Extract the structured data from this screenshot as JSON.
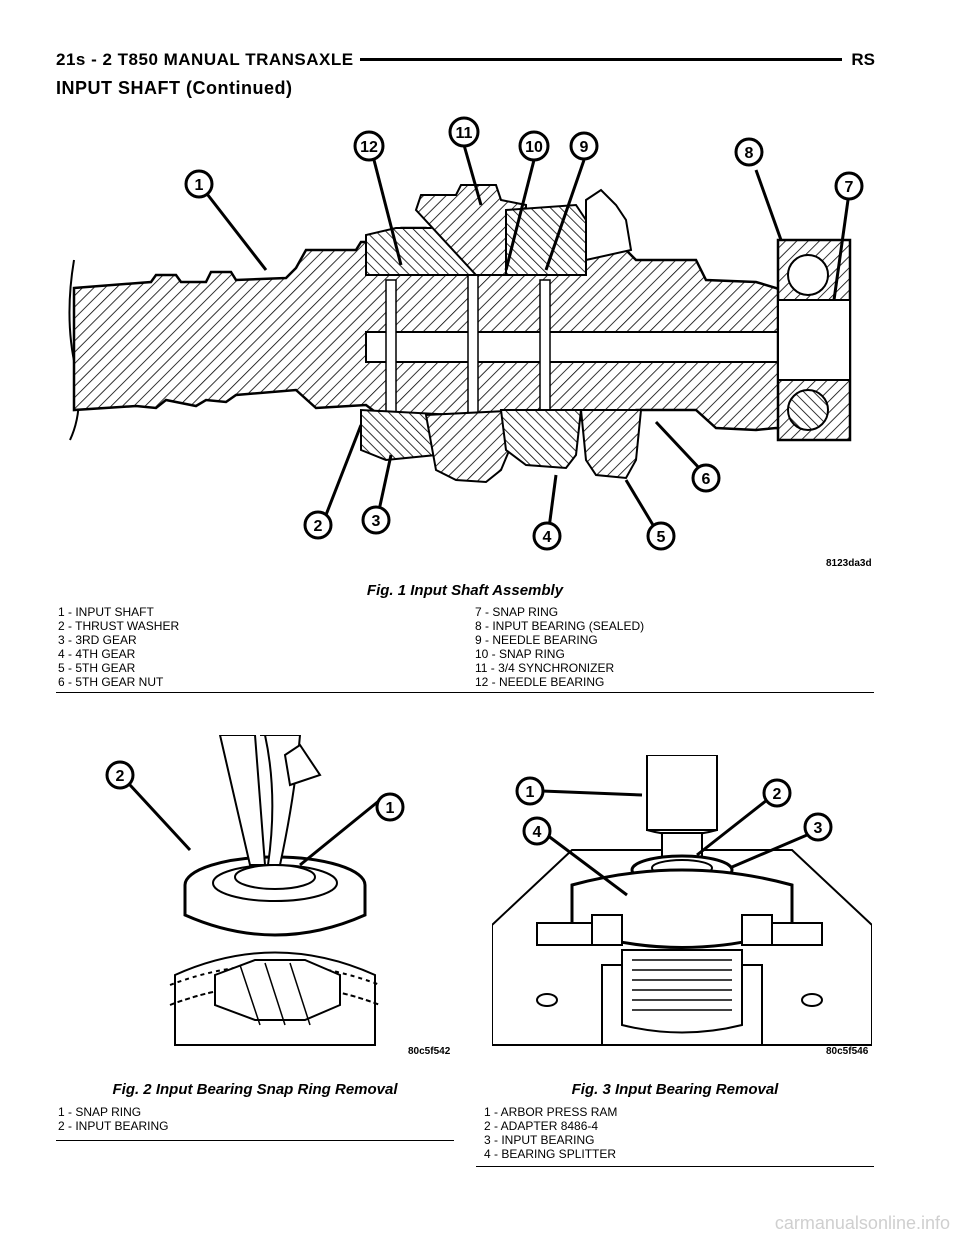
{
  "header": {
    "left": "21s - 2     T850 MANUAL TRANSAXLE",
    "right": "RS"
  },
  "section_title": "INPUT SHAFT (Continued)",
  "figure1": {
    "code": "8123da3d",
    "caption": "Fig. 1 Input Shaft Assembly",
    "callouts": [
      "1",
      "2",
      "3",
      "4",
      "5",
      "6",
      "7",
      "8",
      "9",
      "10",
      "11",
      "12"
    ],
    "legend_left": [
      "1 - INPUT SHAFT",
      "2 - THRUST WASHER",
      "3 - 3RD GEAR",
      "4 - 4TH GEAR",
      "5 - 5TH GEAR",
      "6 - 5TH GEAR NUT"
    ],
    "legend_right": [
      "7 - SNAP RING",
      "8 - INPUT BEARING (SEALED)",
      "9 - NEEDLE BEARING",
      "10 - SNAP RING",
      "11 - 3/4 SYNCHRONIZER",
      "12 - NEEDLE BEARING"
    ]
  },
  "figure2": {
    "code": "80c5f542",
    "caption": "Fig. 2 Input Bearing Snap Ring Removal",
    "callouts": [
      "1",
      "2"
    ],
    "legend": [
      "1 - SNAP RING",
      "2 - INPUT BEARING"
    ]
  },
  "figure3": {
    "code": "80c5f546",
    "caption": "Fig. 3 Input Bearing Removal",
    "callouts": [
      "1",
      "2",
      "3",
      "4"
    ],
    "legend": [
      "1 - ARBOR PRESS RAM",
      "2 - ADAPTER 8486-4",
      "3 - INPUT BEARING",
      "4 - BEARING SPLITTER"
    ]
  },
  "footer": "carmanualsonline.info"
}
